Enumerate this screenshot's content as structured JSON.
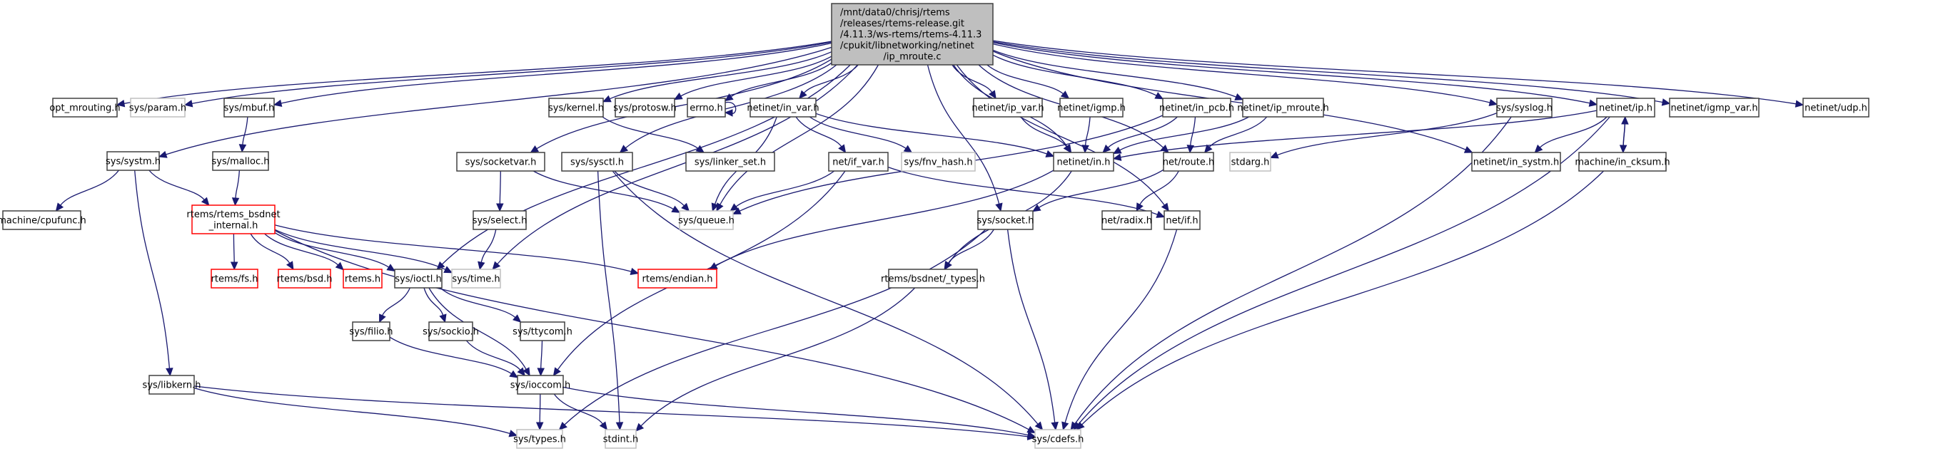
{
  "title": "Include dependency graph for ip_mroute.c",
  "colors": {
    "edge": "#191970",
    "root_fill": "#bfbfbf",
    "root_stroke": "#404040",
    "documented_stroke": "#404040",
    "undocumented_stroke": "#bfbfbf",
    "truncated_stroke": "#ff0000",
    "node_fill": "#ffffff"
  },
  "nodes": [
    {
      "id": "root",
      "label": [
        "/mnt/data0/chrisj/rtems",
        "/releases/rtems-release.git",
        "/4.11.3/ws-rtems/rtems-4.11.3",
        "/cpukit/libnetworking/netinet",
        "/ip_mroute.c"
      ],
      "kind": "root"
    },
    {
      "id": "opt_mrouting",
      "label": [
        "opt_mrouting.h"
      ],
      "kind": "documented"
    },
    {
      "id": "sys_param",
      "label": [
        "sys/param.h"
      ],
      "kind": "undocumented"
    },
    {
      "id": "sys_mbuf",
      "label": [
        "sys/mbuf.h"
      ],
      "kind": "documented"
    },
    {
      "id": "sys_kernel",
      "label": [
        "sys/kernel.h"
      ],
      "kind": "documented"
    },
    {
      "id": "sys_protosw",
      "label": [
        "sys/protosw.h"
      ],
      "kind": "documented"
    },
    {
      "id": "errno",
      "label": [
        "errno.h"
      ],
      "kind": "documented"
    },
    {
      "id": "netinet_in_var",
      "label": [
        "netinet/in_var.h"
      ],
      "kind": "documented"
    },
    {
      "id": "netinet_ip_var",
      "label": [
        "netinet/ip_var.h"
      ],
      "kind": "documented"
    },
    {
      "id": "netinet_igmp",
      "label": [
        "netinet/igmp.h"
      ],
      "kind": "documented"
    },
    {
      "id": "netinet_in_pcb",
      "label": [
        "netinet/in_pcb.h"
      ],
      "kind": "documented"
    },
    {
      "id": "netinet_ip_mroute",
      "label": [
        "netinet/ip_mroute.h"
      ],
      "kind": "documented"
    },
    {
      "id": "sys_syslog",
      "label": [
        "sys/syslog.h"
      ],
      "kind": "documented"
    },
    {
      "id": "netinet_ip",
      "label": [
        "netinet/ip.h"
      ],
      "kind": "documented"
    },
    {
      "id": "netinet_igmp_var",
      "label": [
        "netinet/igmp_var.h"
      ],
      "kind": "documented"
    },
    {
      "id": "netinet_udp",
      "label": [
        "netinet/udp.h"
      ],
      "kind": "documented"
    },
    {
      "id": "sys_systm",
      "label": [
        "sys/systm.h"
      ],
      "kind": "documented"
    },
    {
      "id": "sys_malloc",
      "label": [
        "sys/malloc.h"
      ],
      "kind": "documented"
    },
    {
      "id": "sys_socketvar",
      "label": [
        "sys/socketvar.h"
      ],
      "kind": "documented"
    },
    {
      "id": "sys_sysctl",
      "label": [
        "sys/sysctl.h"
      ],
      "kind": "documented"
    },
    {
      "id": "sys_linker_set",
      "label": [
        "sys/linker_set.h"
      ],
      "kind": "documented"
    },
    {
      "id": "net_if_var",
      "label": [
        "net/if_var.h"
      ],
      "kind": "documented"
    },
    {
      "id": "sys_fnv_hash",
      "label": [
        "sys/fnv_hash.h"
      ],
      "kind": "undocumented"
    },
    {
      "id": "netinet_in",
      "label": [
        "netinet/in.h"
      ],
      "kind": "documented"
    },
    {
      "id": "net_route",
      "label": [
        "net/route.h"
      ],
      "kind": "documented"
    },
    {
      "id": "stdarg",
      "label": [
        "stdarg.h"
      ],
      "kind": "undocumented"
    },
    {
      "id": "netinet_in_systm",
      "label": [
        "netinet/in_systm.h"
      ],
      "kind": "documented"
    },
    {
      "id": "machine_in_cksum",
      "label": [
        "machine/in_cksum.h"
      ],
      "kind": "documented"
    },
    {
      "id": "machine_cpufunc",
      "label": [
        "machine/cpufunc.h"
      ],
      "kind": "documented"
    },
    {
      "id": "rtems_bsdnet_internal",
      "label": [
        "rtems/rtems_bsdnet",
        "_internal.h"
      ],
      "kind": "truncated"
    },
    {
      "id": "sys_select",
      "label": [
        "sys/select.h"
      ],
      "kind": "documented"
    },
    {
      "id": "sys_queue",
      "label": [
        "sys/queue.h"
      ],
      "kind": "undocumented"
    },
    {
      "id": "sys_socket",
      "label": [
        "sys/socket.h"
      ],
      "kind": "documented"
    },
    {
      "id": "net_radix",
      "label": [
        "net/radix.h"
      ],
      "kind": "documented"
    },
    {
      "id": "net_if",
      "label": [
        "net/if.h"
      ],
      "kind": "documented"
    },
    {
      "id": "rtems_fs",
      "label": [
        "rtems/fs.h"
      ],
      "kind": "truncated"
    },
    {
      "id": "rtems_bsd",
      "label": [
        "rtems/bsd.h"
      ],
      "kind": "truncated"
    },
    {
      "id": "rtems_h",
      "label": [
        "rtems.h"
      ],
      "kind": "truncated"
    },
    {
      "id": "sys_ioctl",
      "label": [
        "sys/ioctl.h"
      ],
      "kind": "documented"
    },
    {
      "id": "sys_time",
      "label": [
        "sys/time.h"
      ],
      "kind": "undocumented"
    },
    {
      "id": "rtems_endian",
      "label": [
        "rtems/endian.h"
      ],
      "kind": "truncated"
    },
    {
      "id": "rtems_bsdnet_types",
      "label": [
        "rtems/bsdnet/_types.h"
      ],
      "kind": "documented"
    },
    {
      "id": "sys_filio",
      "label": [
        "sys/filio.h"
      ],
      "kind": "documented"
    },
    {
      "id": "sys_sockio",
      "label": [
        "sys/sockio.h"
      ],
      "kind": "documented"
    },
    {
      "id": "sys_ttycom",
      "label": [
        "sys/ttycom.h"
      ],
      "kind": "documented"
    },
    {
      "id": "sys_libkern",
      "label": [
        "sys/libkern.h"
      ],
      "kind": "documented"
    },
    {
      "id": "sys_ioccom",
      "label": [
        "sys/ioccom.h"
      ],
      "kind": "documented"
    },
    {
      "id": "sys_types",
      "label": [
        "sys/types.h"
      ],
      "kind": "undocumented"
    },
    {
      "id": "stdint",
      "label": [
        "stdint.h"
      ],
      "kind": "undocumented"
    },
    {
      "id": "sys_cdefs",
      "label": [
        "sys/cdefs.h"
      ],
      "kind": "undocumented"
    }
  ],
  "edges": [
    [
      "root",
      "opt_mrouting"
    ],
    [
      "root",
      "sys_param"
    ],
    [
      "root",
      "sys_mbuf"
    ],
    [
      "root",
      "sys_systm"
    ],
    [
      "root",
      "sys_kernel"
    ],
    [
      "root",
      "sys_protosw"
    ],
    [
      "root",
      "errno"
    ],
    [
      "root",
      "netinet_in_var"
    ],
    [
      "root",
      "netinet_ip_var"
    ],
    [
      "root",
      "netinet_igmp"
    ],
    [
      "root",
      "netinet_in_pcb"
    ],
    [
      "root",
      "netinet_ip_mroute"
    ],
    [
      "root",
      "sys_syslog"
    ],
    [
      "root",
      "netinet_ip"
    ],
    [
      "root",
      "netinet_igmp_var"
    ],
    [
      "root",
      "netinet_udp"
    ],
    [
      "root",
      "sys_socketvar"
    ],
    [
      "root",
      "sys_sysctl"
    ],
    [
      "root",
      "sys_queue"
    ],
    [
      "root",
      "sys_time"
    ],
    [
      "root",
      "sys_ioctl"
    ],
    [
      "root",
      "sys_socket"
    ],
    [
      "root",
      "netinet_in"
    ],
    [
      "root",
      "netinet_in_systm"
    ],
    [
      "root",
      "net_route"
    ],
    [
      "root",
      "net_if"
    ],
    [
      "errno",
      "errno"
    ],
    [
      "sys_mbuf",
      "sys_malloc"
    ],
    [
      "sys_malloc",
      "rtems_bsdnet_internal"
    ],
    [
      "sys_systm",
      "machine_cpufunc"
    ],
    [
      "sys_systm",
      "rtems_bsdnet_internal"
    ],
    [
      "sys_systm",
      "sys_libkern"
    ],
    [
      "sys_kernel",
      "sys_linker_set"
    ],
    [
      "netinet_in_var",
      "net_if_var"
    ],
    [
      "netinet_in_var",
      "sys_fnv_hash"
    ],
    [
      "netinet_in_var",
      "netinet_in"
    ],
    [
      "netinet_in_var",
      "sys_queue"
    ],
    [
      "netinet_ip_var",
      "netinet_in"
    ],
    [
      "netinet_igmp",
      "netinet_in"
    ],
    [
      "netinet_in_pcb",
      "netinet_in"
    ],
    [
      "netinet_in_pcb",
      "net_route"
    ],
    [
      "netinet_in_pcb",
      "sys_queue"
    ],
    [
      "netinet_ip_mroute",
      "netinet_in"
    ],
    [
      "netinet_ip_mroute",
      "net_route"
    ],
    [
      "sys_syslog",
      "stdarg"
    ],
    [
      "sys_syslog",
      "sys_cdefs"
    ],
    [
      "netinet_ip",
      "netinet_in"
    ],
    [
      "netinet_ip",
      "netinet_in_systm"
    ],
    [
      "netinet_ip",
      "machine_in_cksum"
    ],
    [
      "netinet_ip",
      "sys_cdefs"
    ],
    [
      "machine_in_cksum",
      "netinet_ip"
    ],
    [
      "machine_in_cksum",
      "sys_cdefs"
    ],
    [
      "sys_socketvar",
      "sys_select"
    ],
    [
      "sys_socketvar",
      "sys_queue"
    ],
    [
      "sys_sysctl",
      "sys_queue"
    ],
    [
      "sys_sysctl",
      "stdint"
    ],
    [
      "sys_sysctl",
      "sys_cdefs"
    ],
    [
      "net_if_var",
      "sys_queue"
    ],
    [
      "net_if_var",
      "net_if"
    ],
    [
      "net_if_var",
      "sys_ioccom"
    ],
    [
      "netinet_in",
      "rtems_endian"
    ],
    [
      "netinet_in",
      "rtems_bsdnet_types"
    ],
    [
      "net_route",
      "sys_socket"
    ],
    [
      "net_route",
      "net_radix"
    ],
    [
      "sys_socket",
      "rtems_bsdnet_types"
    ],
    [
      "sys_socket",
      "sys_types"
    ],
    [
      "sys_socket",
      "sys_cdefs"
    ],
    [
      "net_if",
      "sys_cdefs"
    ],
    [
      "sys_select",
      "sys_time"
    ],
    [
      "rtems_bsdnet_internal",
      "rtems_fs"
    ],
    [
      "rtems_bsdnet_internal",
      "rtems_bsd"
    ],
    [
      "rtems_bsdnet_internal",
      "rtems_h"
    ],
    [
      "rtems_bsdnet_internal",
      "sys_ioctl"
    ],
    [
      "rtems_bsdnet_internal",
      "sys_time"
    ],
    [
      "rtems_bsdnet_internal",
      "rtems_endian"
    ],
    [
      "rtems_bsdnet_internal",
      "sys_cdefs"
    ],
    [
      "sys_ioctl",
      "sys_filio"
    ],
    [
      "sys_ioctl",
      "sys_sockio"
    ],
    [
      "sys_ioctl",
      "sys_ttycom"
    ],
    [
      "sys_ioctl",
      "sys_ioccom"
    ],
    [
      "sys_filio",
      "sys_ioccom"
    ],
    [
      "sys_sockio",
      "sys_ioccom"
    ],
    [
      "sys_ttycom",
      "sys_ioccom"
    ],
    [
      "rtems_bsdnet_types",
      "stdint"
    ],
    [
      "sys_libkern",
      "sys_types"
    ],
    [
      "sys_libkern",
      "sys_cdefs"
    ],
    [
      "sys_ioccom",
      "sys_types"
    ],
    [
      "sys_ioccom",
      "stdint"
    ],
    [
      "sys_ioccom",
      "sys_cdefs"
    ]
  ]
}
